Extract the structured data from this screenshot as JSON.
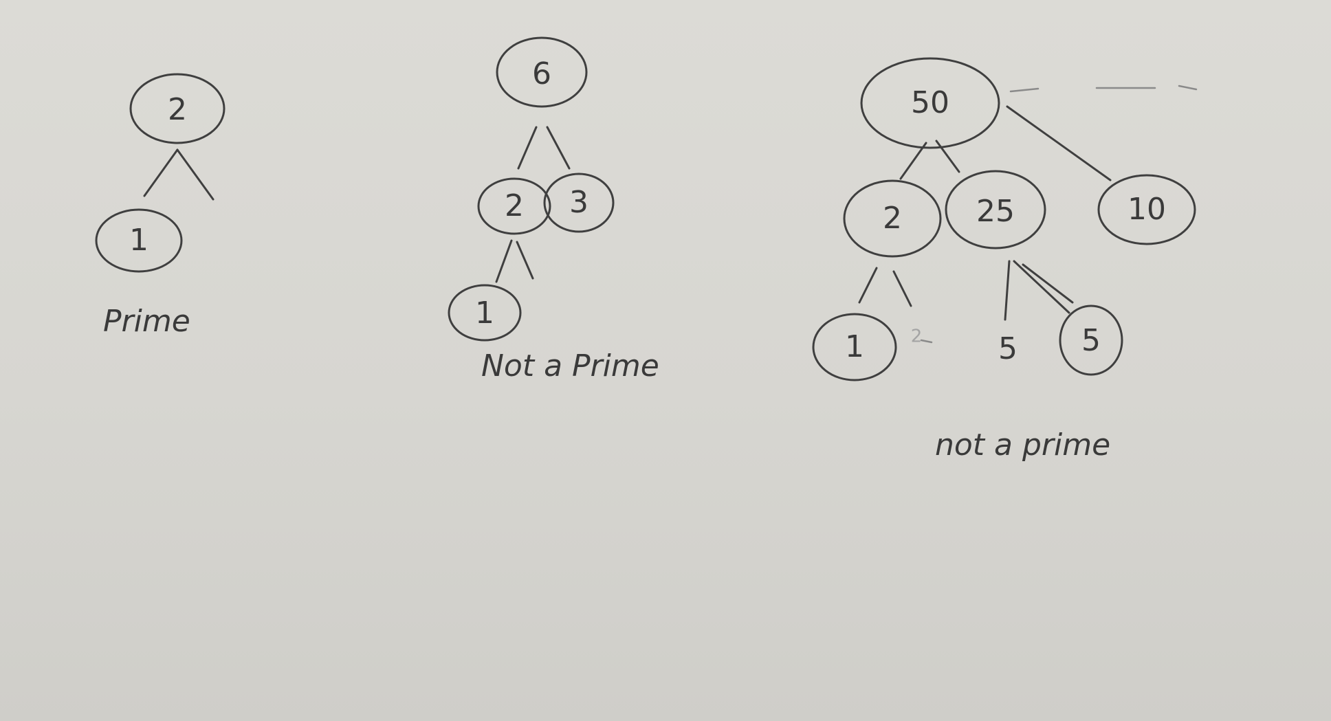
{
  "trees": [
    {
      "id": "tree-2",
      "label": "Prime",
      "nodes": {
        "root": "2",
        "child_left": "1"
      }
    },
    {
      "id": "tree-6",
      "label": "Not a Prime",
      "nodes": {
        "root": "6",
        "child_left": "2",
        "child_right": "3",
        "grandchild_left": "1"
      }
    },
    {
      "id": "tree-50",
      "label": "not a prime",
      "nodes": {
        "root": "50",
        "child_left": "2",
        "child_middle": "25",
        "child_right": "10",
        "grandchild_1": "1",
        "grandchild_2": "2",
        "grandchild_5a": "5",
        "grandchild_5b": "5"
      }
    }
  ],
  "colors": {
    "paper": "#d8d7d2",
    "ink": "#3f3f3f",
    "ink_light": "#8a8a8a"
  }
}
